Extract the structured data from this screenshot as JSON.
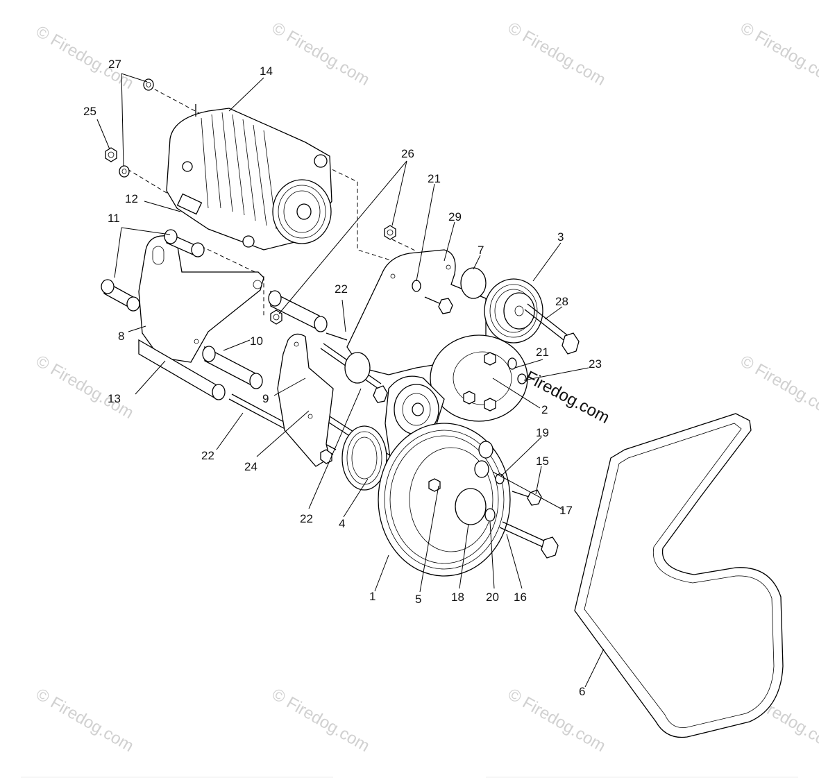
{
  "watermark": {
    "text": "© Firedog.com",
    "overlay_text": "Firedog.com"
  },
  "callouts": {
    "c1": "1",
    "c2": "2",
    "c3": "3",
    "c4": "4",
    "c5": "5",
    "c6": "6",
    "c7": "7",
    "c8": "8",
    "c9": "9",
    "c10": "10",
    "c11": "11",
    "c12": "12",
    "c13": "13",
    "c14": "14",
    "c15": "15",
    "c16": "16",
    "c17": "17",
    "c18": "18",
    "c19": "19",
    "c20": "20",
    "c21a": "21",
    "c21b": "21",
    "c22a": "22",
    "c22b": "22",
    "c22c": "22",
    "c23": "23",
    "c24": "24",
    "c25": "25",
    "c26": "26",
    "c27": "27",
    "c28": "28",
    "c29": "29"
  }
}
